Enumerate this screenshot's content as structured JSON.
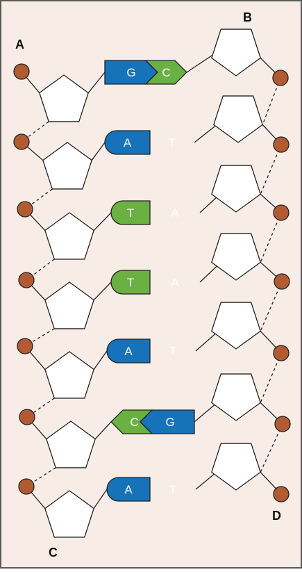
{
  "corner_labels": {
    "a": "A",
    "b": "B",
    "c": "C",
    "d": "D"
  },
  "base_pairs": [
    {
      "left": "G",
      "right": "C",
      "left_shape": "square",
      "right_shape": "arrow"
    },
    {
      "left": "A",
      "right": "T",
      "left_shape": "round",
      "right_shape": "round"
    },
    {
      "left": "T",
      "right": "A",
      "left_shape": "round",
      "right_shape": "round"
    },
    {
      "left": "T",
      "right": "A",
      "left_shape": "round",
      "right_shape": "round"
    },
    {
      "left": "A",
      "right": "T",
      "left_shape": "round",
      "right_shape": "round"
    },
    {
      "left": "C",
      "right": "G",
      "left_shape": "arrow",
      "right_shape": "square"
    },
    {
      "left": "A",
      "right": "T",
      "left_shape": "round",
      "right_shape": "round"
    }
  ],
  "colors": {
    "background": "#f8ede6",
    "frame": "#5a5a5a",
    "purine_blue": "#1672b9",
    "pyrimidine_green": "#6ab042",
    "phosphate": "#b25b33",
    "sugar_fill": "#ffffff",
    "outline": "#222222",
    "label_text": "#ffffff",
    "corner_text": "#111111"
  }
}
